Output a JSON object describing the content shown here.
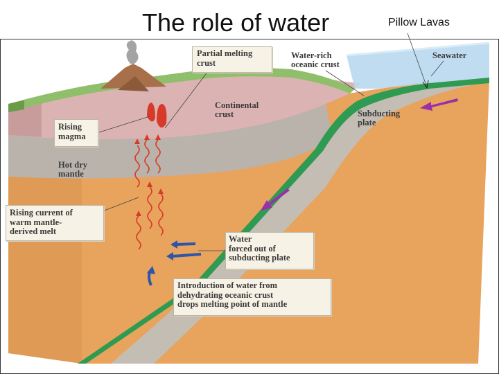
{
  "slide": {
    "title": "The role of water",
    "top_callout": "Pillow Lavas"
  },
  "labels": {
    "partial_melting_line1": "Partial melting",
    "partial_melting_line2": "crust",
    "water_rich_line1": "Water-rich",
    "water_rich_line2": "oceanic crust",
    "seawater": "Seawater",
    "continental_line1": "Continental",
    "continental_line2": "crust",
    "subducting_line1": "Subducting",
    "subducting_line2": "plate",
    "rising_magma_line1": "Rising",
    "rising_magma_line2": "magma",
    "hot_dry_line1": "Hot dry",
    "hot_dry_line2": "mantle",
    "rising_current_line1": "Rising current of",
    "rising_current_line2": "warm mantle-",
    "rising_current_line3": "derived melt",
    "water_forced_line1": "Water",
    "water_forced_line2": "forced out of",
    "water_forced_line3": "subducting plate",
    "introduction_line1": "Introduction of water from",
    "introduction_line2": "dehydrating oceanic crust",
    "introduction_line3": "drops melting point of mantle"
  },
  "colors": {
    "mantle": "#e8a35c",
    "continental_crust": "#d9b0b0",
    "subducting_plate_gray": "#bdb7ae",
    "oceanic_crust_green": "#2e9a52",
    "seawater": "#b9d8ee",
    "land_green": "#8fbf6a",
    "arrow_purple": "#9b2fa8",
    "arrow_blue": "#2e55a8",
    "magma_red": "#d83a2a"
  }
}
